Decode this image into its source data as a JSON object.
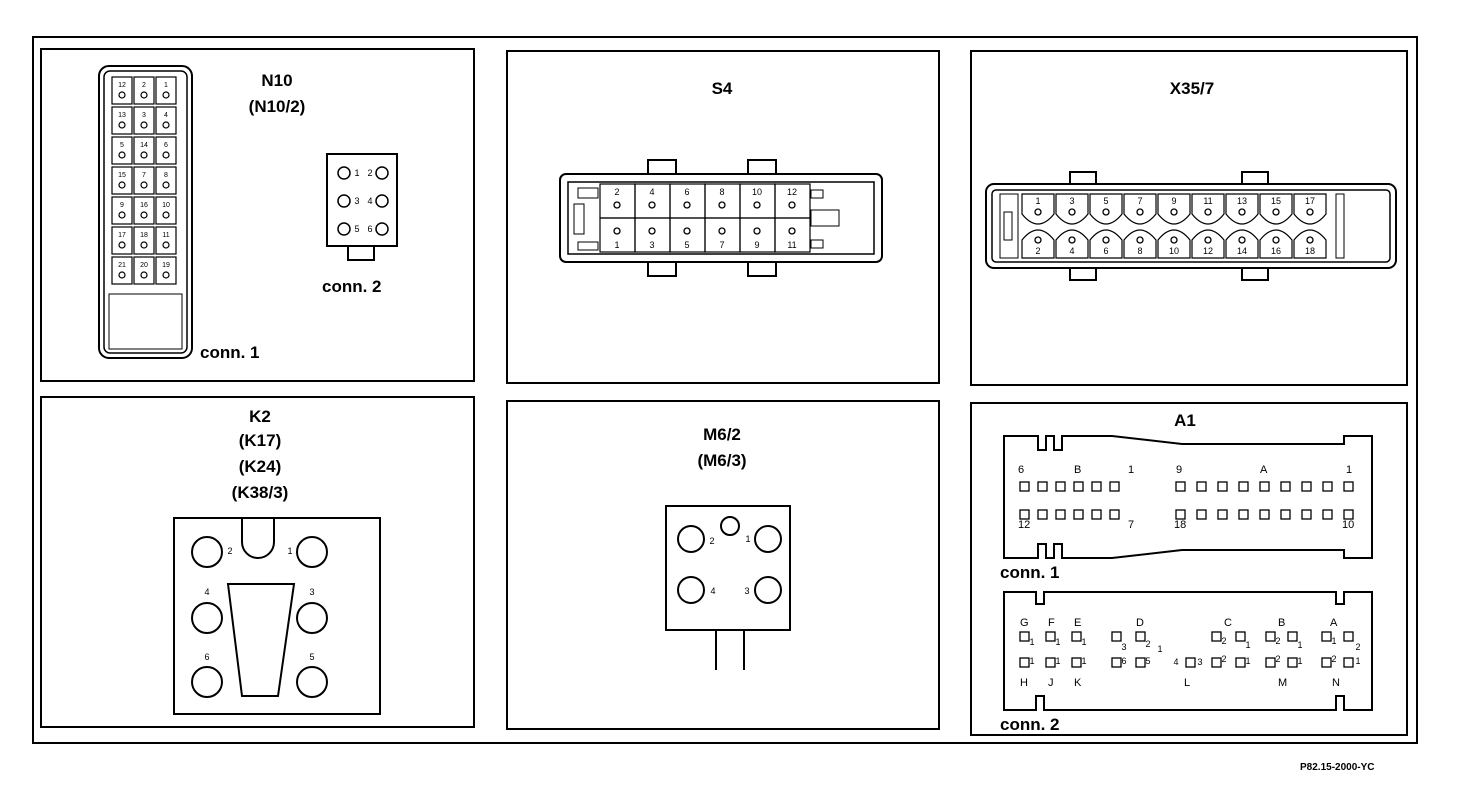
{
  "document": {
    "reference": "P82.15-2000-YC"
  },
  "n10": {
    "title": "N10",
    "subtitle": "(N10/2)",
    "conn1": {
      "label": "conn. 1",
      "rows": [
        [
          "12",
          "2",
          "1"
        ],
        [
          "13",
          "3",
          "4"
        ],
        [
          "5",
          "14",
          "6"
        ],
        [
          "15",
          "7",
          "8"
        ],
        [
          "9",
          "16",
          "10"
        ],
        [
          "17",
          "18",
          "11"
        ],
        [
          "21",
          "20",
          "19"
        ]
      ]
    },
    "conn2": {
      "label": "conn. 2",
      "pins": [
        "1",
        "2",
        "3",
        "4",
        "5",
        "6"
      ]
    }
  },
  "s4": {
    "title": "S4",
    "pins_top": [
      "2",
      "4",
      "6",
      "8",
      "10",
      "12"
    ],
    "pins_bottom": [
      "1",
      "3",
      "5",
      "7",
      "9",
      "11"
    ]
  },
  "x35": {
    "title": "X35/7",
    "pins_top": [
      "1",
      "3",
      "5",
      "7",
      "9",
      "11",
      "13",
      "15",
      "17"
    ],
    "pins_bottom": [
      "2",
      "4",
      "6",
      "8",
      "10",
      "12",
      "14",
      "16",
      "18"
    ]
  },
  "k2": {
    "titles": [
      "K2",
      "(K17)",
      "(K24)",
      "(K38/3)"
    ],
    "pins": [
      "2",
      "1",
      "4",
      "3",
      "6",
      "5"
    ]
  },
  "m6": {
    "titles": [
      "M6/2",
      "(M6/3)"
    ],
    "pins": [
      "2",
      "1",
      "4",
      "3"
    ]
  },
  "a1": {
    "title": "A1",
    "conn1": {
      "label": "conn. 1",
      "labels": [
        "6",
        "B",
        "1",
        "9",
        "A",
        "1",
        "12",
        "7",
        "18",
        "10"
      ]
    },
    "conn2": {
      "label": "conn. 2",
      "labels_top": [
        "G",
        "F",
        "E",
        "D",
        "C",
        "B",
        "A"
      ],
      "labels_bottom": [
        "H",
        "J",
        "K",
        "L",
        "M",
        "N"
      ],
      "pin_nums": [
        "1",
        "1",
        "1",
        "3",
        "2",
        "1",
        "2",
        "1",
        "2",
        "1",
        "2",
        "1",
        "1",
        "1",
        "1",
        "6",
        "5",
        "4",
        "3",
        "2",
        "1",
        "2",
        "1",
        "2",
        "1"
      ]
    }
  }
}
